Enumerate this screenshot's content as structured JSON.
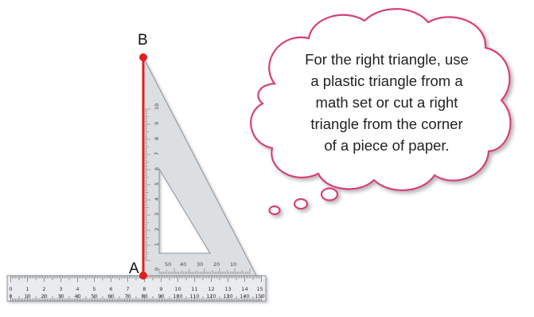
{
  "points": {
    "a": "A",
    "b": "B"
  },
  "thought_bubble": {
    "lines": [
      "For the right triangle, use",
      "a plastic triangle from a",
      "math set or cut a right",
      "triangle from the corner",
      "of a piece of paper."
    ]
  },
  "ruler": {
    "cm_labels": [
      "0",
      "1",
      "2",
      "3",
      "4",
      "5",
      "6",
      "7",
      "8",
      "9",
      "10",
      "11",
      "12",
      "13",
      "14",
      "15"
    ],
    "mm_labels": [
      "0",
      "10",
      "20",
      "30",
      "40",
      "50",
      "60",
      "70",
      "80",
      "90",
      "100",
      "110",
      "120",
      "130",
      "140",
      "150"
    ]
  },
  "set_square": {
    "vertical_labels": [
      "1",
      "2",
      "3",
      "4",
      "5",
      "6",
      "7",
      "8",
      "9",
      "10"
    ],
    "bottom_labels": [
      "0",
      "50",
      "40",
      "30",
      "20",
      "10"
    ]
  },
  "colors": {
    "accent_red": "#e0201e",
    "cloud_border": "#d5427a",
    "cloud_fill": "#ffffff",
    "ruler_fill": "#e9ebee",
    "set_square_fill": "#dcdfe2"
  }
}
